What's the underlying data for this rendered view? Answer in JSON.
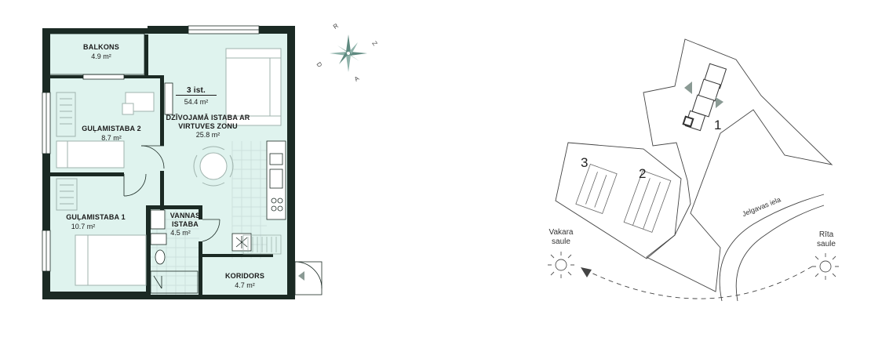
{
  "plan": {
    "rooms": [
      {
        "id": "balkons",
        "name": "BALKONS",
        "area": "4.9 m²"
      },
      {
        "id": "living",
        "name": "DZĪVOJAMĀ ISTABA AR VIRTUVES ZONU",
        "name_line1": "DZĪVOJAMĀ ISTABA AR",
        "name_line2": "VIRTUVES ZONU",
        "area": "25.8 m²"
      },
      {
        "id": "bed2",
        "name": "GUĻAMISTABA 2",
        "area": "8.7 m²"
      },
      {
        "id": "bed1",
        "name": "GUĻAMISTABA 1",
        "area": "10.7 m²"
      },
      {
        "id": "bath",
        "name": "VANNAS ISTABA",
        "name_line1": "VANNAS",
        "name_line2": "ISTABA",
        "area": "4.5 m²"
      },
      {
        "id": "corridor",
        "name": "KORIDORS",
        "area": "4.7 m²"
      }
    ],
    "apartment": {
      "rooms_label": "3 ist.",
      "total_area": "54.4 m²"
    },
    "colors": {
      "floor": "#dff3ee",
      "wall": "#1b2a24",
      "furniture": "#9fb3ad",
      "grid": "#c9ddd8"
    }
  },
  "compass": {
    "letters": {
      "top": "R",
      "right": "Z",
      "bottom": "A",
      "left": "D"
    },
    "color": "#5f8a80"
  },
  "site": {
    "buildings": [
      "1",
      "2",
      "3"
    ],
    "street": "Jelgavas iela",
    "sun_west": {
      "line1": "Vakara",
      "line2": "saule"
    },
    "sun_east": {
      "line1": "Rīta",
      "line2": "saule"
    },
    "marker_color": "#8a9a94"
  }
}
